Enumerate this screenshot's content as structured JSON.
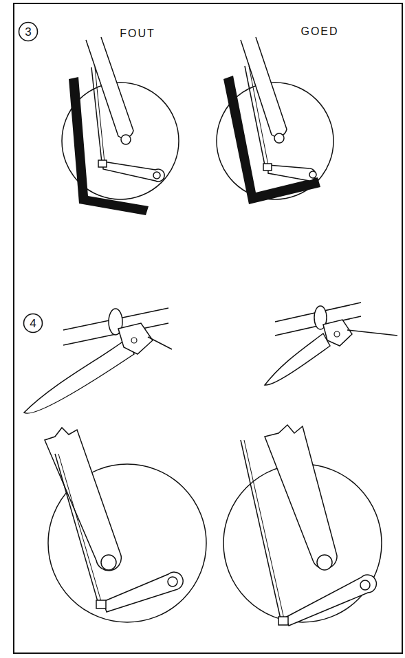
{
  "diagram": {
    "nodes": [
      {
        "text": [
          "3"
        ]
      },
      {
        "text": [
          "4"
        ]
      }
    ],
    "edges": [],
    "labels": [
      "FOUT",
      "GOED"
    ]
  }
}
